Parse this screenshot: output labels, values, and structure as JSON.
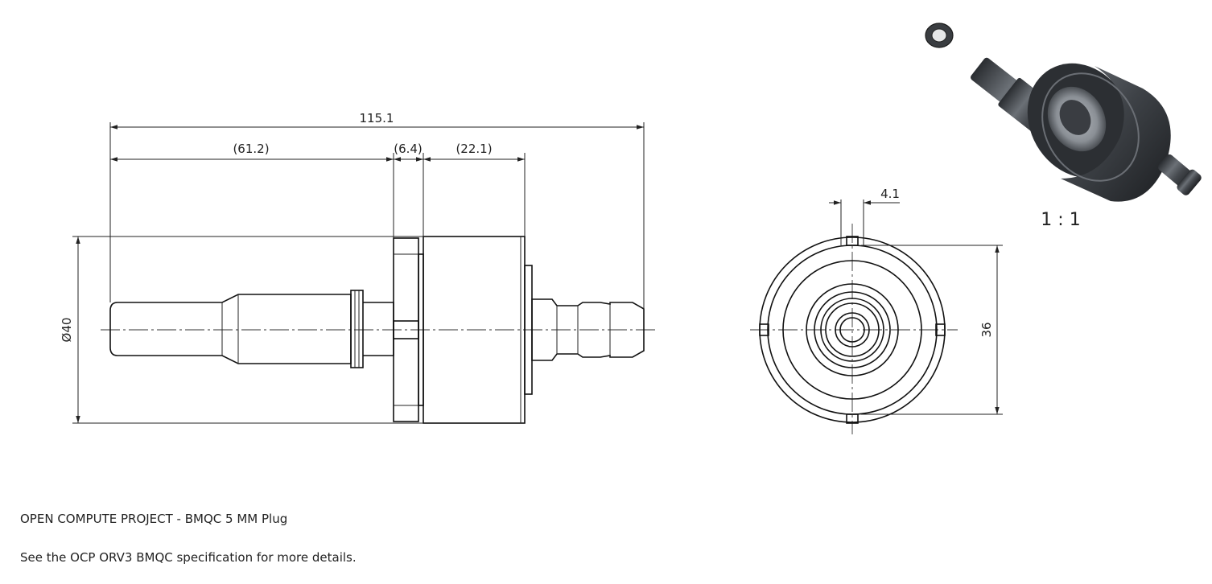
{
  "side_view": {
    "overall_length": "115.1",
    "segment_a": "(61.2)",
    "segment_b": "(6.4)",
    "segment_c": "(22.1)",
    "diameter": "Ø40"
  },
  "front_view": {
    "key_width": "4.1",
    "inner_diameter": "36"
  },
  "iso_view": {
    "scale": "1 : 1"
  },
  "notes": {
    "title": "OPEN COMPUTE PROJECT - BMQC 5 MM Plug",
    "spec": "See the OCP ORV3 BMQC specification for more details."
  }
}
